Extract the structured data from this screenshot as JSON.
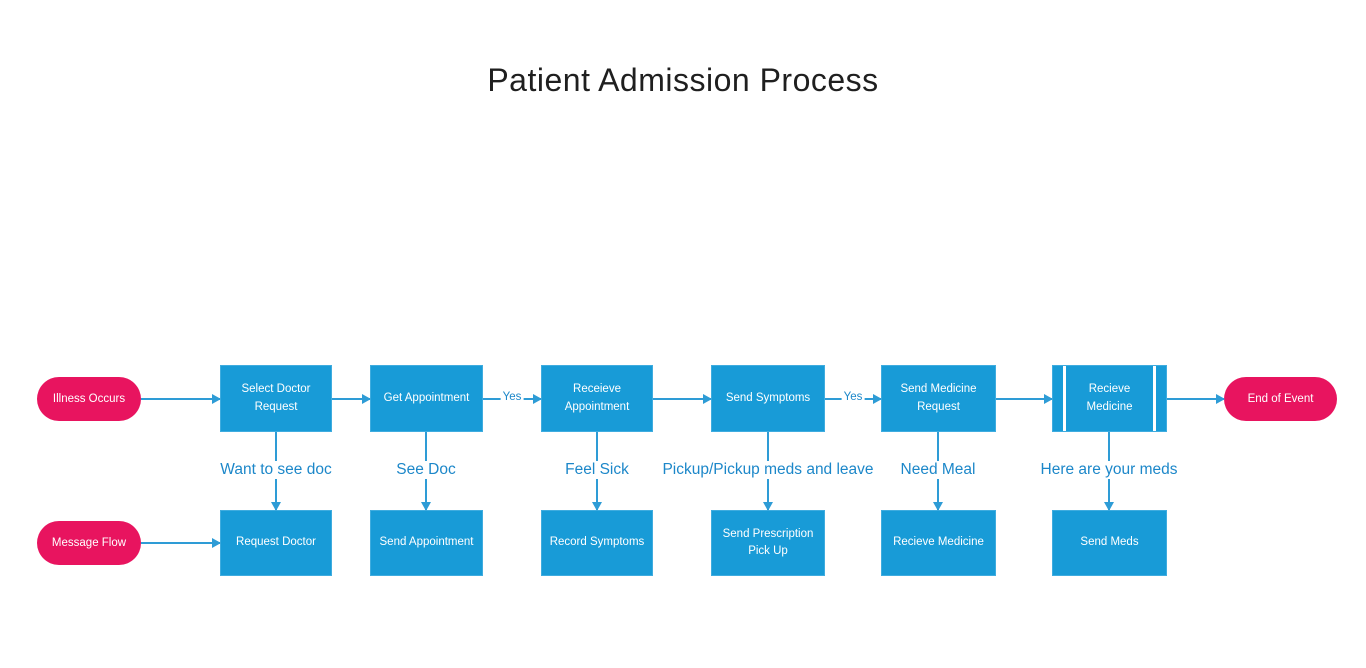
{
  "title": "Patient Admission Process",
  "colors": {
    "process_fill": "#189BD7",
    "terminal_fill": "#E8145F",
    "connector": "#2E9CD6",
    "flow_label_text": "#1C87C9",
    "node_text": "#FFFFFF",
    "title_text": "#1F1F1F",
    "background": "#FFFFFF"
  },
  "lanes": {
    "top": {
      "start": {
        "label": "Illness Occurs",
        "shape": "terminator"
      },
      "steps": [
        {
          "label": "Select Doctor Request",
          "shape": "process"
        },
        {
          "label": "Get Appointment",
          "shape": "process"
        },
        {
          "label": "Receieve Appointment",
          "shape": "process"
        },
        {
          "label": "Send Symptoms",
          "shape": "process"
        },
        {
          "label": "Send Medicine Request",
          "shape": "process"
        },
        {
          "label": "Recieve Medicine",
          "shape": "subprocess"
        }
      ],
      "end": {
        "label": "End of Event",
        "shape": "terminator"
      }
    },
    "bottom": {
      "start": {
        "label": "Message Flow",
        "shape": "terminator"
      },
      "steps": [
        {
          "label": "Request Doctor",
          "shape": "process"
        },
        {
          "label": "Send Appointment",
          "shape": "process"
        },
        {
          "label": "Record Symptoms",
          "shape": "process"
        },
        {
          "label": "Send Prescription Pick Up",
          "shape": "process"
        },
        {
          "label": "Recieve Medicine",
          "shape": "process"
        },
        {
          "label": "Send Meds",
          "shape": "process"
        }
      ]
    }
  },
  "edge_labels": {
    "yes_after_get_appointment": "Yes",
    "yes_after_send_symptoms": "Yes",
    "want_to_see_doc": "Want to see doc",
    "see_doc": "See Doc",
    "feel_sick": "Feel Sick",
    "pickup_meds": "Pickup/Pickup meds and leave",
    "need_meal": "Need Meal",
    "here_are_your_meds": "Here are your meds"
  }
}
